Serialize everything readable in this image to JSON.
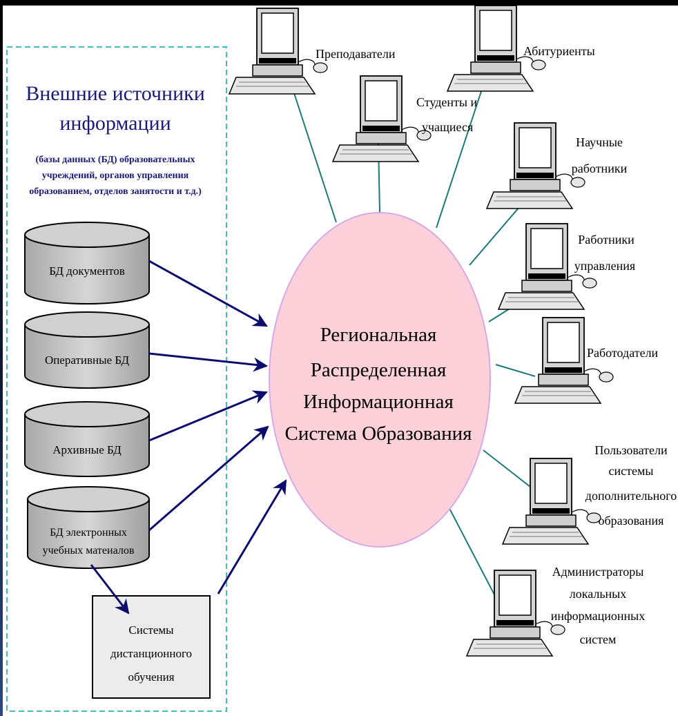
{
  "sources_panel": {
    "title_line1": "Внешние источники",
    "title_line2": "информации",
    "note_line1": "(базы данных (БД) образовательных",
    "note_line2": "учреждений,  органов управления",
    "note_line3": "образованием, отделов занятости и т.д.)"
  },
  "databases": [
    {
      "label_line1": "БД документов",
      "label_line2": ""
    },
    {
      "label_line1": "Оперативные БД",
      "label_line2": ""
    },
    {
      "label_line1": "Архивные БД",
      "label_line2": ""
    },
    {
      "label_line1": "БД электронных",
      "label_line2": "учебных матеиалов"
    }
  ],
  "distance_learning": {
    "line1": "Системы",
    "line2": "дистанционного",
    "line3": "обучения"
  },
  "center": {
    "line1": "Региональная",
    "line2": "Распределенная",
    "line3": "Информационная",
    "line4": "Система  Образования"
  },
  "users": [
    {
      "lines": [
        "Преподаватели"
      ]
    },
    {
      "lines": [
        "Студенты и",
        "учащиеся"
      ]
    },
    {
      "lines": [
        "Абитуриенты"
      ]
    },
    {
      "lines": [
        "Научные",
        "работники"
      ]
    },
    {
      "lines": [
        "Работники",
        "управления"
      ]
    },
    {
      "lines": [
        "Работодатели"
      ]
    },
    {
      "lines": [
        "Пользователи",
        "системы",
        "дополнительного",
        "образования"
      ]
    },
    {
      "lines": [
        "Администраторы",
        "локальных",
        "информационных",
        "систем"
      ]
    }
  ],
  "colors": {
    "ellipse_fill": "#fcd0d8",
    "ellipse_stroke": "#d8a8e8",
    "arrow": "#0c0c6e",
    "connector": "#1a7a78",
    "dashed_border": "#4ab8c0",
    "cylinder_fill": "#c4c4c4",
    "title": "#1a1a7a"
  }
}
